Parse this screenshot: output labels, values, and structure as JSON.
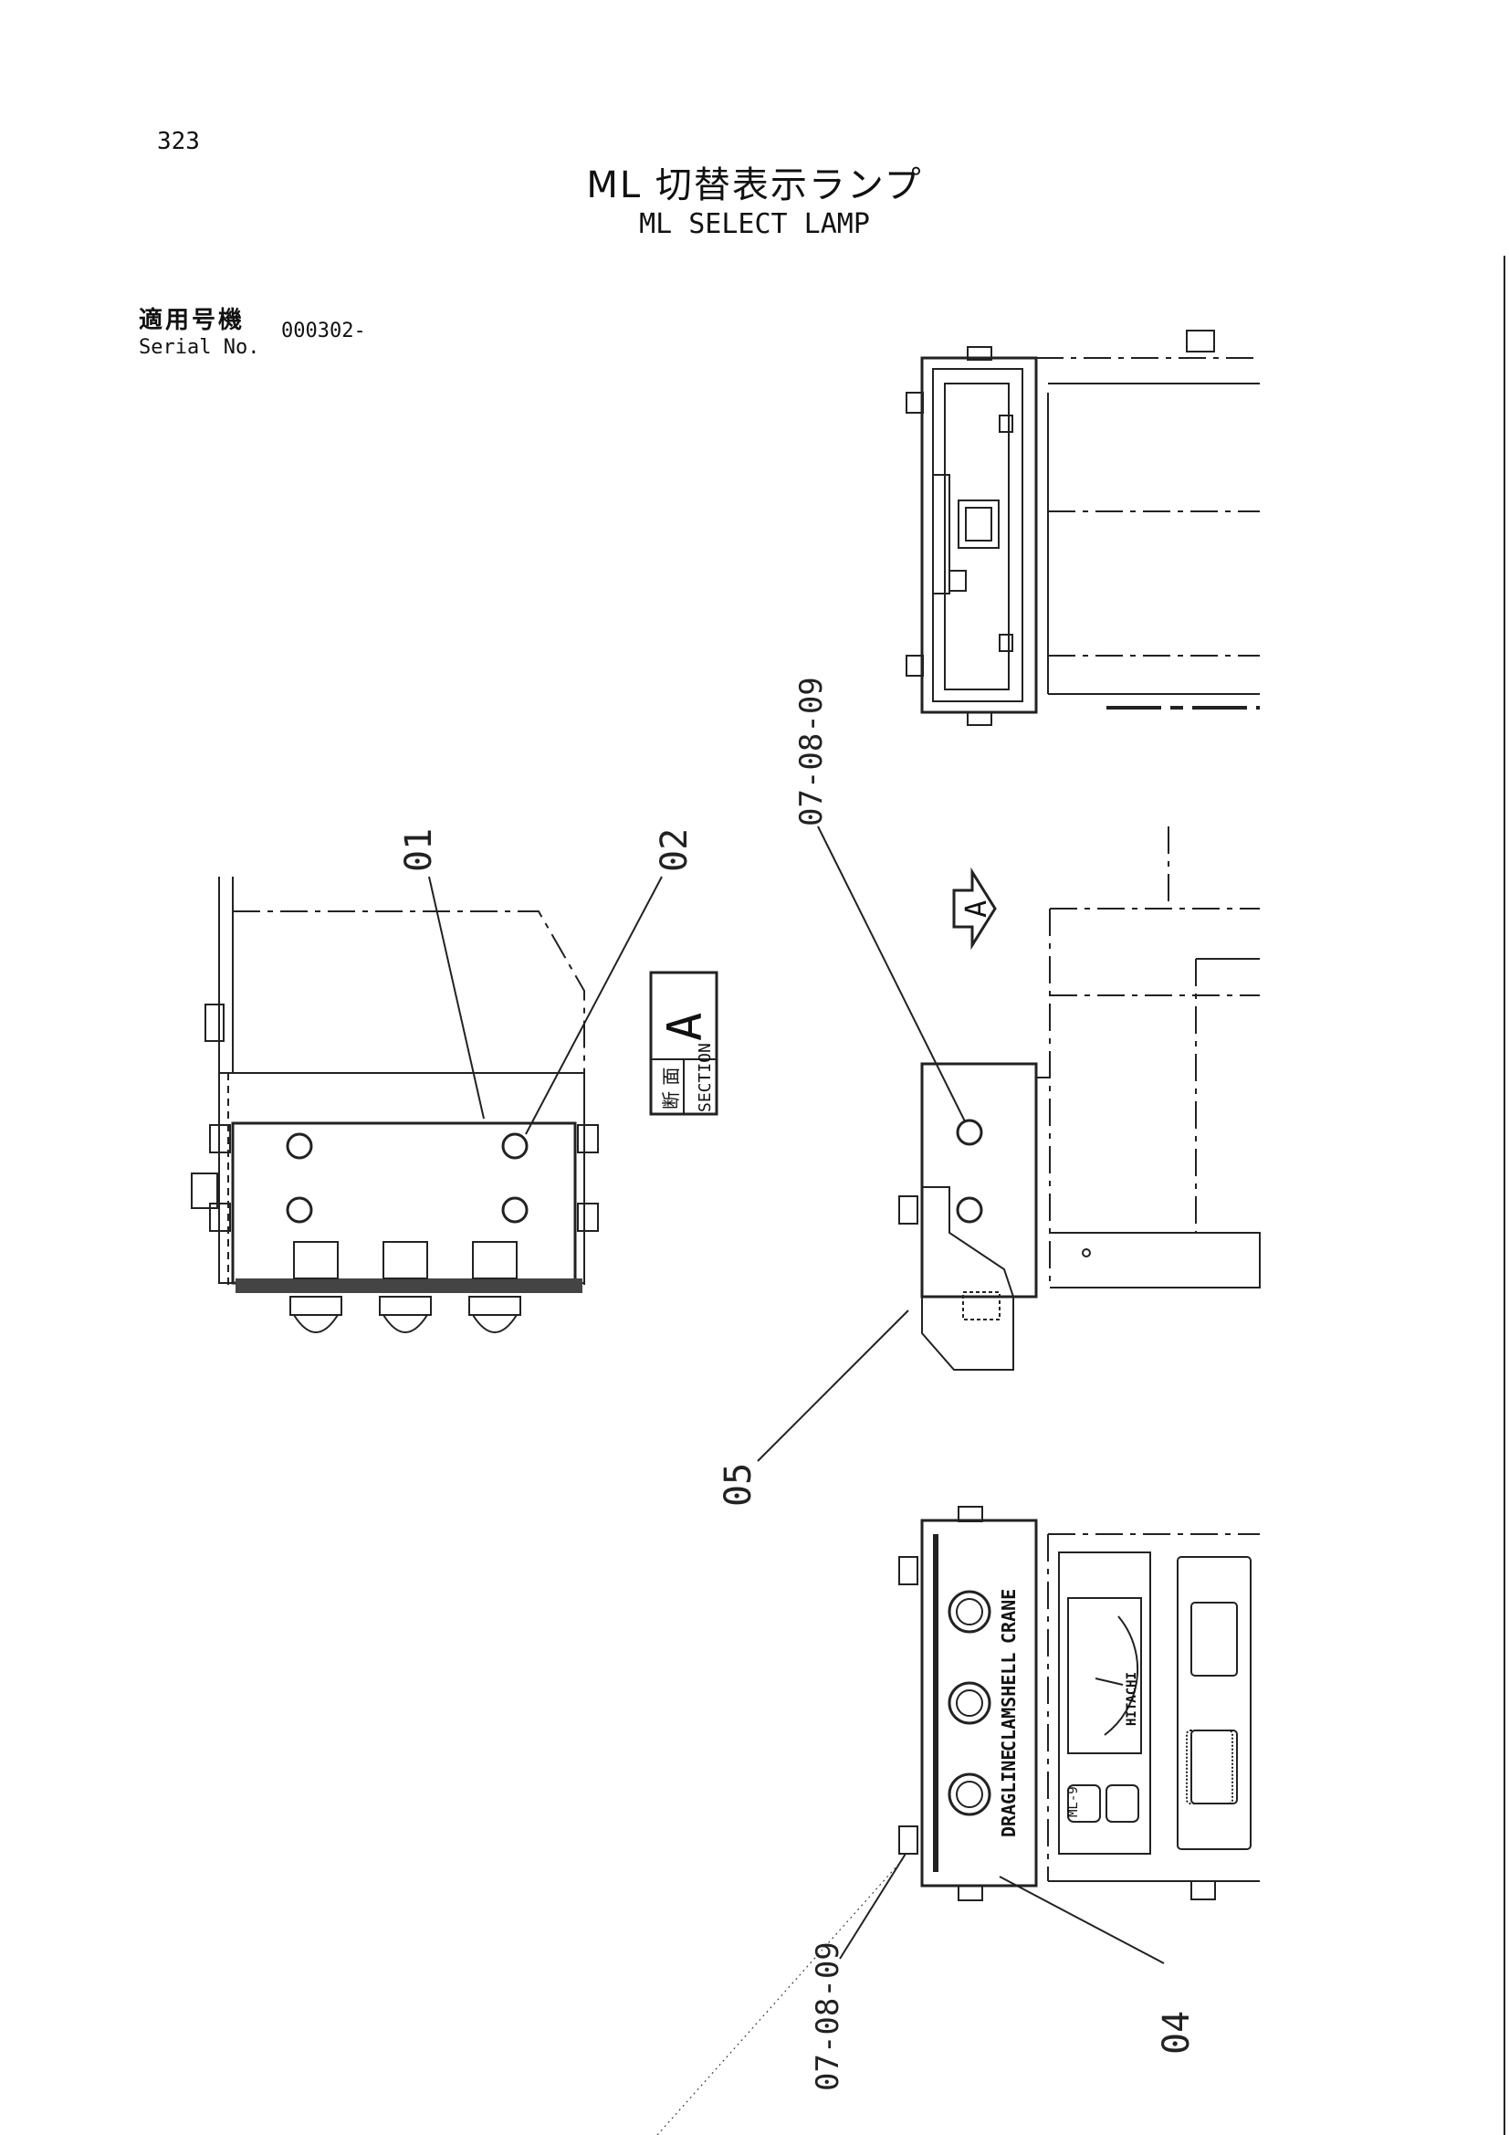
{
  "header": {
    "page_number": "323",
    "title_jp": "ML 切替表示ランプ",
    "title_en": "ML SELECT LAMP",
    "serial_label_jp": "適用号機",
    "serial_label_en": "Serial No.",
    "serial_value": "000302-"
  },
  "drawing": {
    "callouts": {
      "c01": "01",
      "c02": "02",
      "c05": "05",
      "c04": "04",
      "c0789_top": "07-08-09",
      "c0789_bottom": "07-08-09"
    },
    "section_label": {
      "jp": "断 面",
      "en": "SECTION",
      "letter": "A"
    },
    "view_arrow_letter": "A",
    "panel_labels": [
      "CRANE",
      "CLAMSHELL",
      "DRAGLINE"
    ],
    "gauge_brand": "HITACHI",
    "gauge_model": "ML-9"
  }
}
